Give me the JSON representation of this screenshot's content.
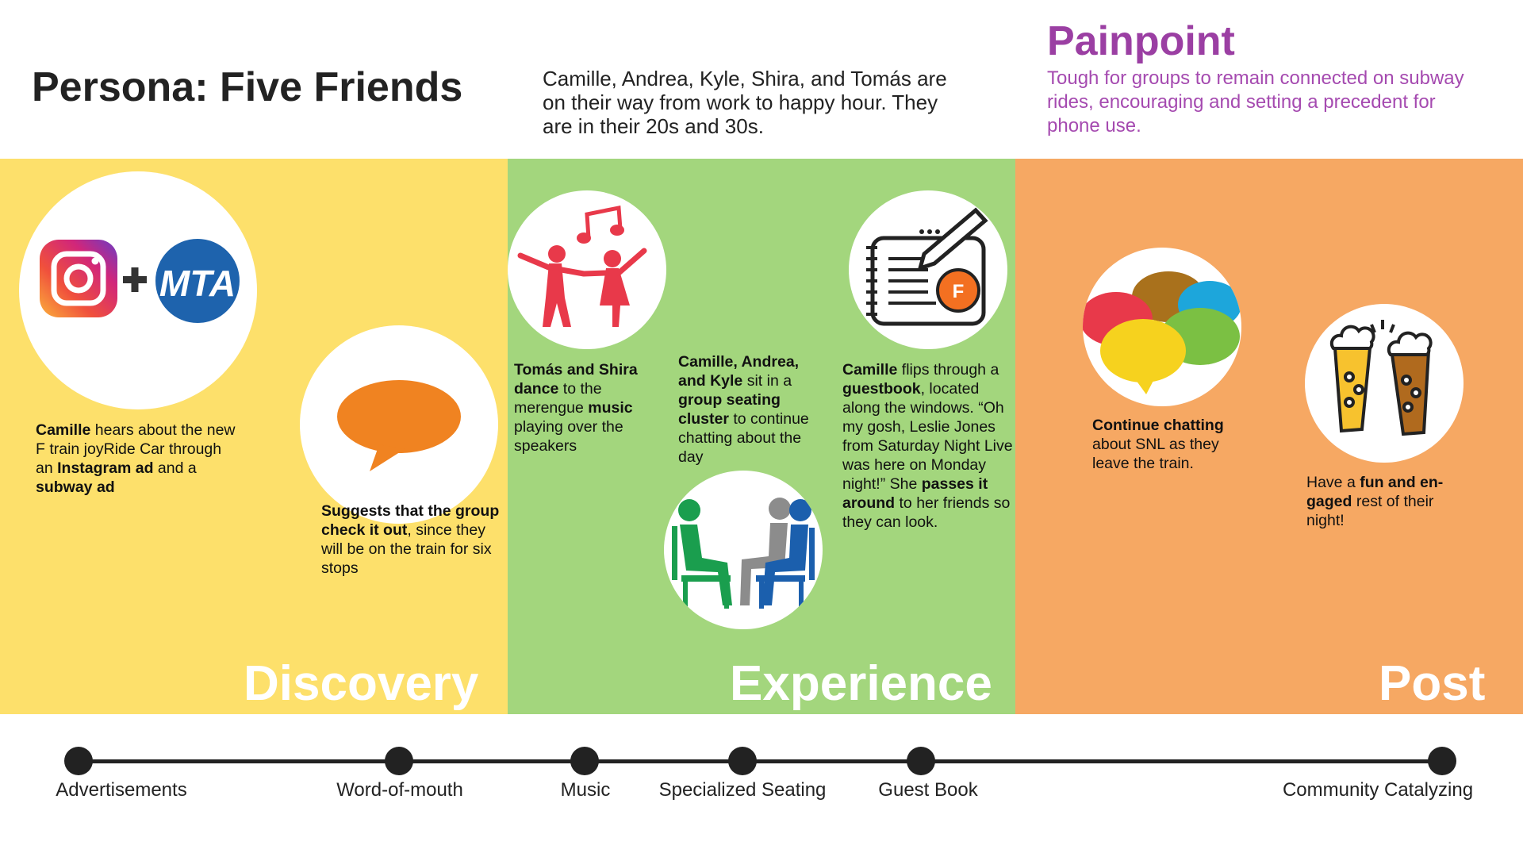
{
  "header": {
    "title": "Persona: Five Friends",
    "intro": "Camille, Andrea, Kyle, Shira, and Tomás are on their way from work to happy hour. They are in their 20s and 30s.",
    "painpoint_title": "Painpoint",
    "painpoint_text": "Tough for groups to remain connected on subway rides, encouraging and setting a precedent for phone use."
  },
  "phases": {
    "discovery": "Discovery",
    "experience": "Experience",
    "post": "Post"
  },
  "icons": {
    "mta_text": "MTA",
    "guestbook_letter": "F"
  },
  "notes": {
    "n1": {
      "a": "Camille",
      "b": " hears about the new F train joyRide Car through an ",
      "c": "Instagram ad",
      "d": " and a ",
      "e": "subway ad"
    },
    "n2": {
      "a": "Suggests that the group check it out",
      "b": ", since they will be on the train for six stops"
    },
    "n3": {
      "a": "Tomás and Shira dance",
      "b": " to the merengue ",
      "c": "music",
      "d": " playing over the speakers"
    },
    "n4": {
      "a": "Camille, Andrea, and Kyle",
      "b": " sit in a ",
      "c": "group seating cluster",
      "d": " to continue chatting about the day"
    },
    "n5": {
      "a": "Camille",
      "b": " flips through a ",
      "c": "guestbook",
      "d": ", located along the windows. “Oh my gosh, Leslie Jones from Saturday Night Live was here on Monday night!” She ",
      "e": "passes it around",
      "f": " to her friends so they can look."
    },
    "n6": {
      "a": "Continue chatting",
      "b": " about SNL as they leave the train."
    },
    "n7": {
      "a": "Have a ",
      "b": "fun and en-gaged",
      "c": " rest of their night!"
    }
  },
  "timeline": [
    "Advertisements",
    "Word-of-mouth",
    "Music",
    "Specialized Seating",
    "Guest Book",
    "Community Catalyzing"
  ],
  "colors": {
    "discovery": "#fde06b",
    "experience": "#a3d67d",
    "post": "#f6a863",
    "painpoint": "#9b3fa3"
  }
}
